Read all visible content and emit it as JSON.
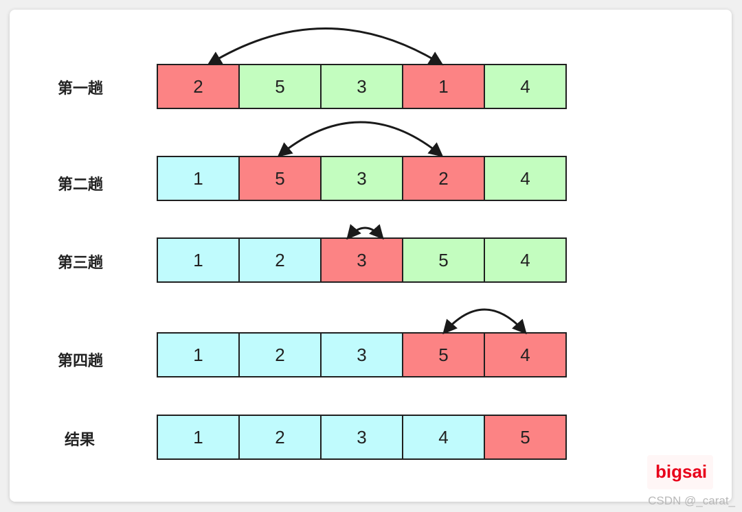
{
  "colors": {
    "swap": "#fc8384",
    "unsorted": "#c3fdbf",
    "sorted": "#c0fbfd",
    "border": "#1f1f1f",
    "arrow": "#1a1a1a"
  },
  "rows": [
    {
      "label": "第一趟",
      "cells": [
        {
          "value": "2",
          "state": "swap"
        },
        {
          "value": "5",
          "state": "unsorted"
        },
        {
          "value": "3",
          "state": "unsorted"
        },
        {
          "value": "1",
          "state": "swap"
        },
        {
          "value": "4",
          "state": "unsorted"
        }
      ],
      "swap_pair": [
        0,
        3
      ]
    },
    {
      "label": "第二趟",
      "cells": [
        {
          "value": "1",
          "state": "sorted"
        },
        {
          "value": "5",
          "state": "swap"
        },
        {
          "value": "3",
          "state": "unsorted"
        },
        {
          "value": "2",
          "state": "swap"
        },
        {
          "value": "4",
          "state": "unsorted"
        }
      ],
      "swap_pair": [
        1,
        3
      ]
    },
    {
      "label": "第三趟",
      "cells": [
        {
          "value": "1",
          "state": "sorted"
        },
        {
          "value": "2",
          "state": "sorted"
        },
        {
          "value": "3",
          "state": "swap"
        },
        {
          "value": "5",
          "state": "unsorted"
        },
        {
          "value": "4",
          "state": "unsorted"
        }
      ],
      "swap_pair": [
        2,
        2
      ]
    },
    {
      "label": "第四趟",
      "cells": [
        {
          "value": "1",
          "state": "sorted"
        },
        {
          "value": "2",
          "state": "sorted"
        },
        {
          "value": "3",
          "state": "sorted"
        },
        {
          "value": "5",
          "state": "swap"
        },
        {
          "value": "4",
          "state": "swap"
        }
      ],
      "swap_pair": [
        3,
        4
      ]
    },
    {
      "label": "结果",
      "cells": [
        {
          "value": "1",
          "state": "sorted"
        },
        {
          "value": "2",
          "state": "sorted"
        },
        {
          "value": "3",
          "state": "sorted"
        },
        {
          "value": "4",
          "state": "sorted"
        },
        {
          "value": "5",
          "state": "swap"
        }
      ],
      "swap_pair": null
    }
  ],
  "watermark": "bigsai",
  "credit": "CSDN @_carat_"
}
